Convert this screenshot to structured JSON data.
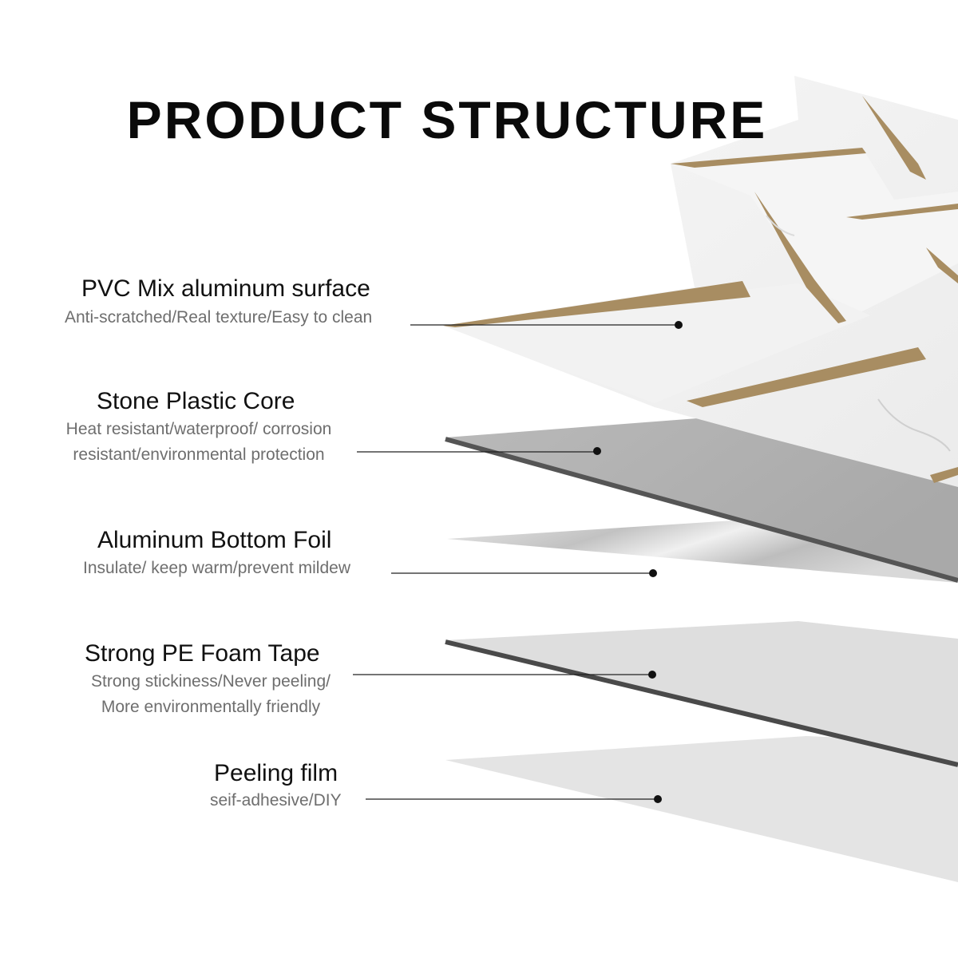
{
  "title": "PRODUCT STRUCTURE",
  "layers": [
    {
      "name": "PVC Mix aluminum surface",
      "desc": [
        "Anti-scratched/Real texture/Easy to clean"
      ]
    },
    {
      "name": "Stone Plastic Core",
      "desc": [
        "Heat resistant/waterproof/ corrosion",
        "resistant/environmental protection"
      ]
    },
    {
      "name": "Aluminum Bottom Foil",
      "desc": [
        "Insulate/ keep warm/prevent mildew"
      ]
    },
    {
      "name": "Strong PE Foam Tape",
      "desc": [
        "Strong stickiness/Never peeling/",
        "More environmentally friendly"
      ]
    },
    {
      "name": "Peeling film",
      "desc": [
        "seif-adhesive/DIY"
      ]
    }
  ],
  "colors": {
    "tile_white": "#f3f3f3",
    "gold_strip": "#a88d62",
    "core_gray": "#b3b3b3",
    "core_edge": "#555555",
    "foil_gray": "#cfcfcf",
    "foam_gray": "#dedede",
    "film_gray": "#e4e4e4"
  }
}
